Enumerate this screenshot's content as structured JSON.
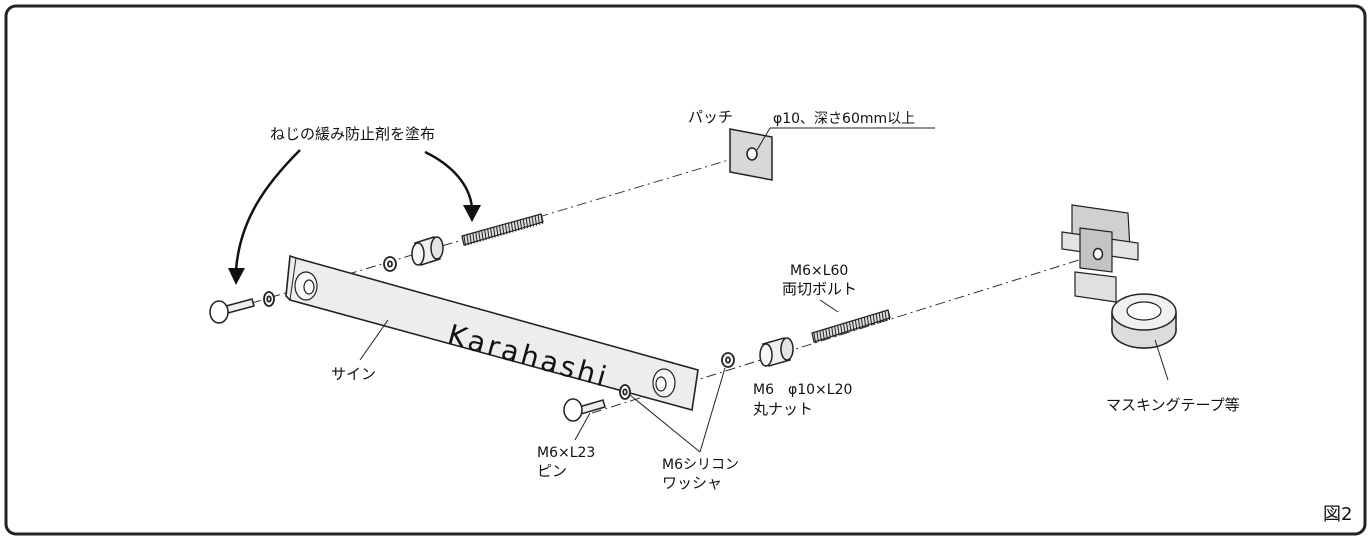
{
  "labels": {
    "adhesive_note": "ねじの緩み防止剤を塗布",
    "patch": "パッチ",
    "hole_spec": "φ10、深さ60mm以上",
    "stud_bolt_size": "M6×L60",
    "stud_bolt_name": "両切ボルト",
    "sign": "サイン",
    "sign_text": "Karahashi",
    "nut_spec": "M6　φ10×L20",
    "nut_name": "丸ナット",
    "pin_size": "M6×L23",
    "pin_name": "ピン",
    "washer_spec": "M6シリコン",
    "washer_name": "ワッシャ",
    "tape": "マスキングテープ等",
    "figure_number": "図2"
  }
}
